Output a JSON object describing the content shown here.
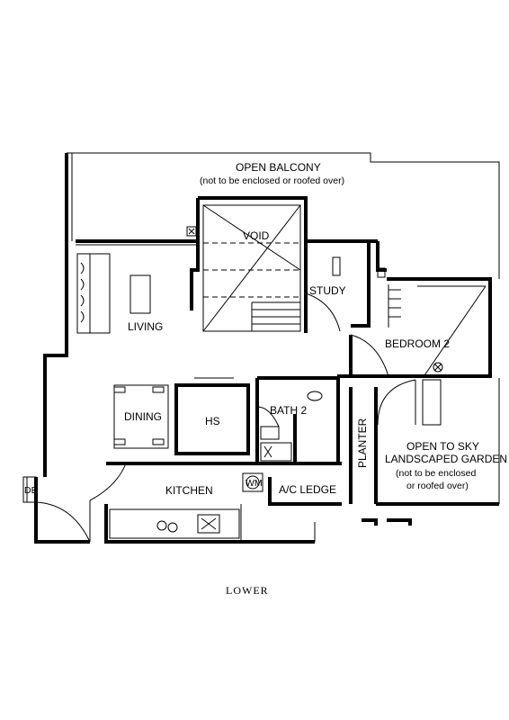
{
  "rooms": {
    "open_balcony": "OPEN BALCONY",
    "open_balcony_note": "(not to be enclosed or roofed over)",
    "void": "VOID",
    "study": "STUDY",
    "living": "LIVING",
    "bedroom2": "BEDROOM 2",
    "dining": "DINING",
    "hs": "HS",
    "bath2": "BATH 2",
    "planter": "PLANTER",
    "garden_line1": "OPEN TO SKY",
    "garden_line2": "LANDSCAPED GARDEN",
    "garden_line3": "(not to be enclosed",
    "garden_line4": "or roofed over)",
    "kitchen": "KITCHEN",
    "wm": "WM",
    "ac_ledge": "A/C LEDGE",
    "db": "DB"
  },
  "caption": "LOWER"
}
